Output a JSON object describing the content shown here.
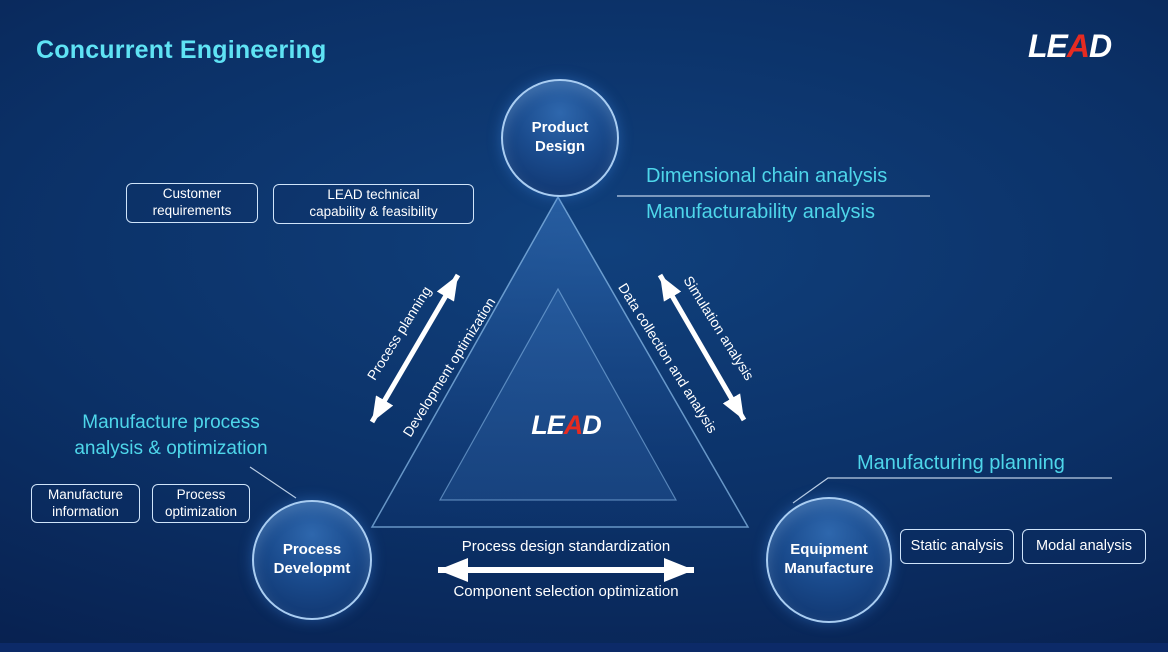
{
  "title": "Concurrent Engineering",
  "brand": {
    "pre": "LE",
    "accent": "A",
    "post": "D"
  },
  "nodes": {
    "product": "Product\nDesign",
    "process": "Process\nDevelopmt",
    "equipment": "Equipment\nManufacture"
  },
  "edge_labels": {
    "left_outer": "Process planning",
    "left_inner": "Development optimization",
    "right_outer": "Simulation analysis",
    "right_inner": "Data collection and analysis",
    "bottom_top": "Process design standardization",
    "bottom_bottom": "Component selection optimization"
  },
  "annotations": {
    "design_inputs": [
      "Customer\nrequirements",
      "LEAD technical\ncapability & feasibility"
    ],
    "design_analyses": [
      "Dimensional chain analysis",
      "Manufacturability analysis"
    ],
    "process_title": "Manufacture process\nanalysis & optimization",
    "process_boxes": [
      "Manufacture\ninformation",
      "Process\noptimization"
    ],
    "equipment_title": "Manufacturing planning",
    "equipment_boxes": [
      "Static analysis",
      "Modal analysis"
    ]
  },
  "colors": {
    "accent_cyan": "#4ed6ea",
    "title_cyan": "#5fe3f4",
    "brand_red": "#e62b21",
    "background_blue": "#0b3066"
  }
}
